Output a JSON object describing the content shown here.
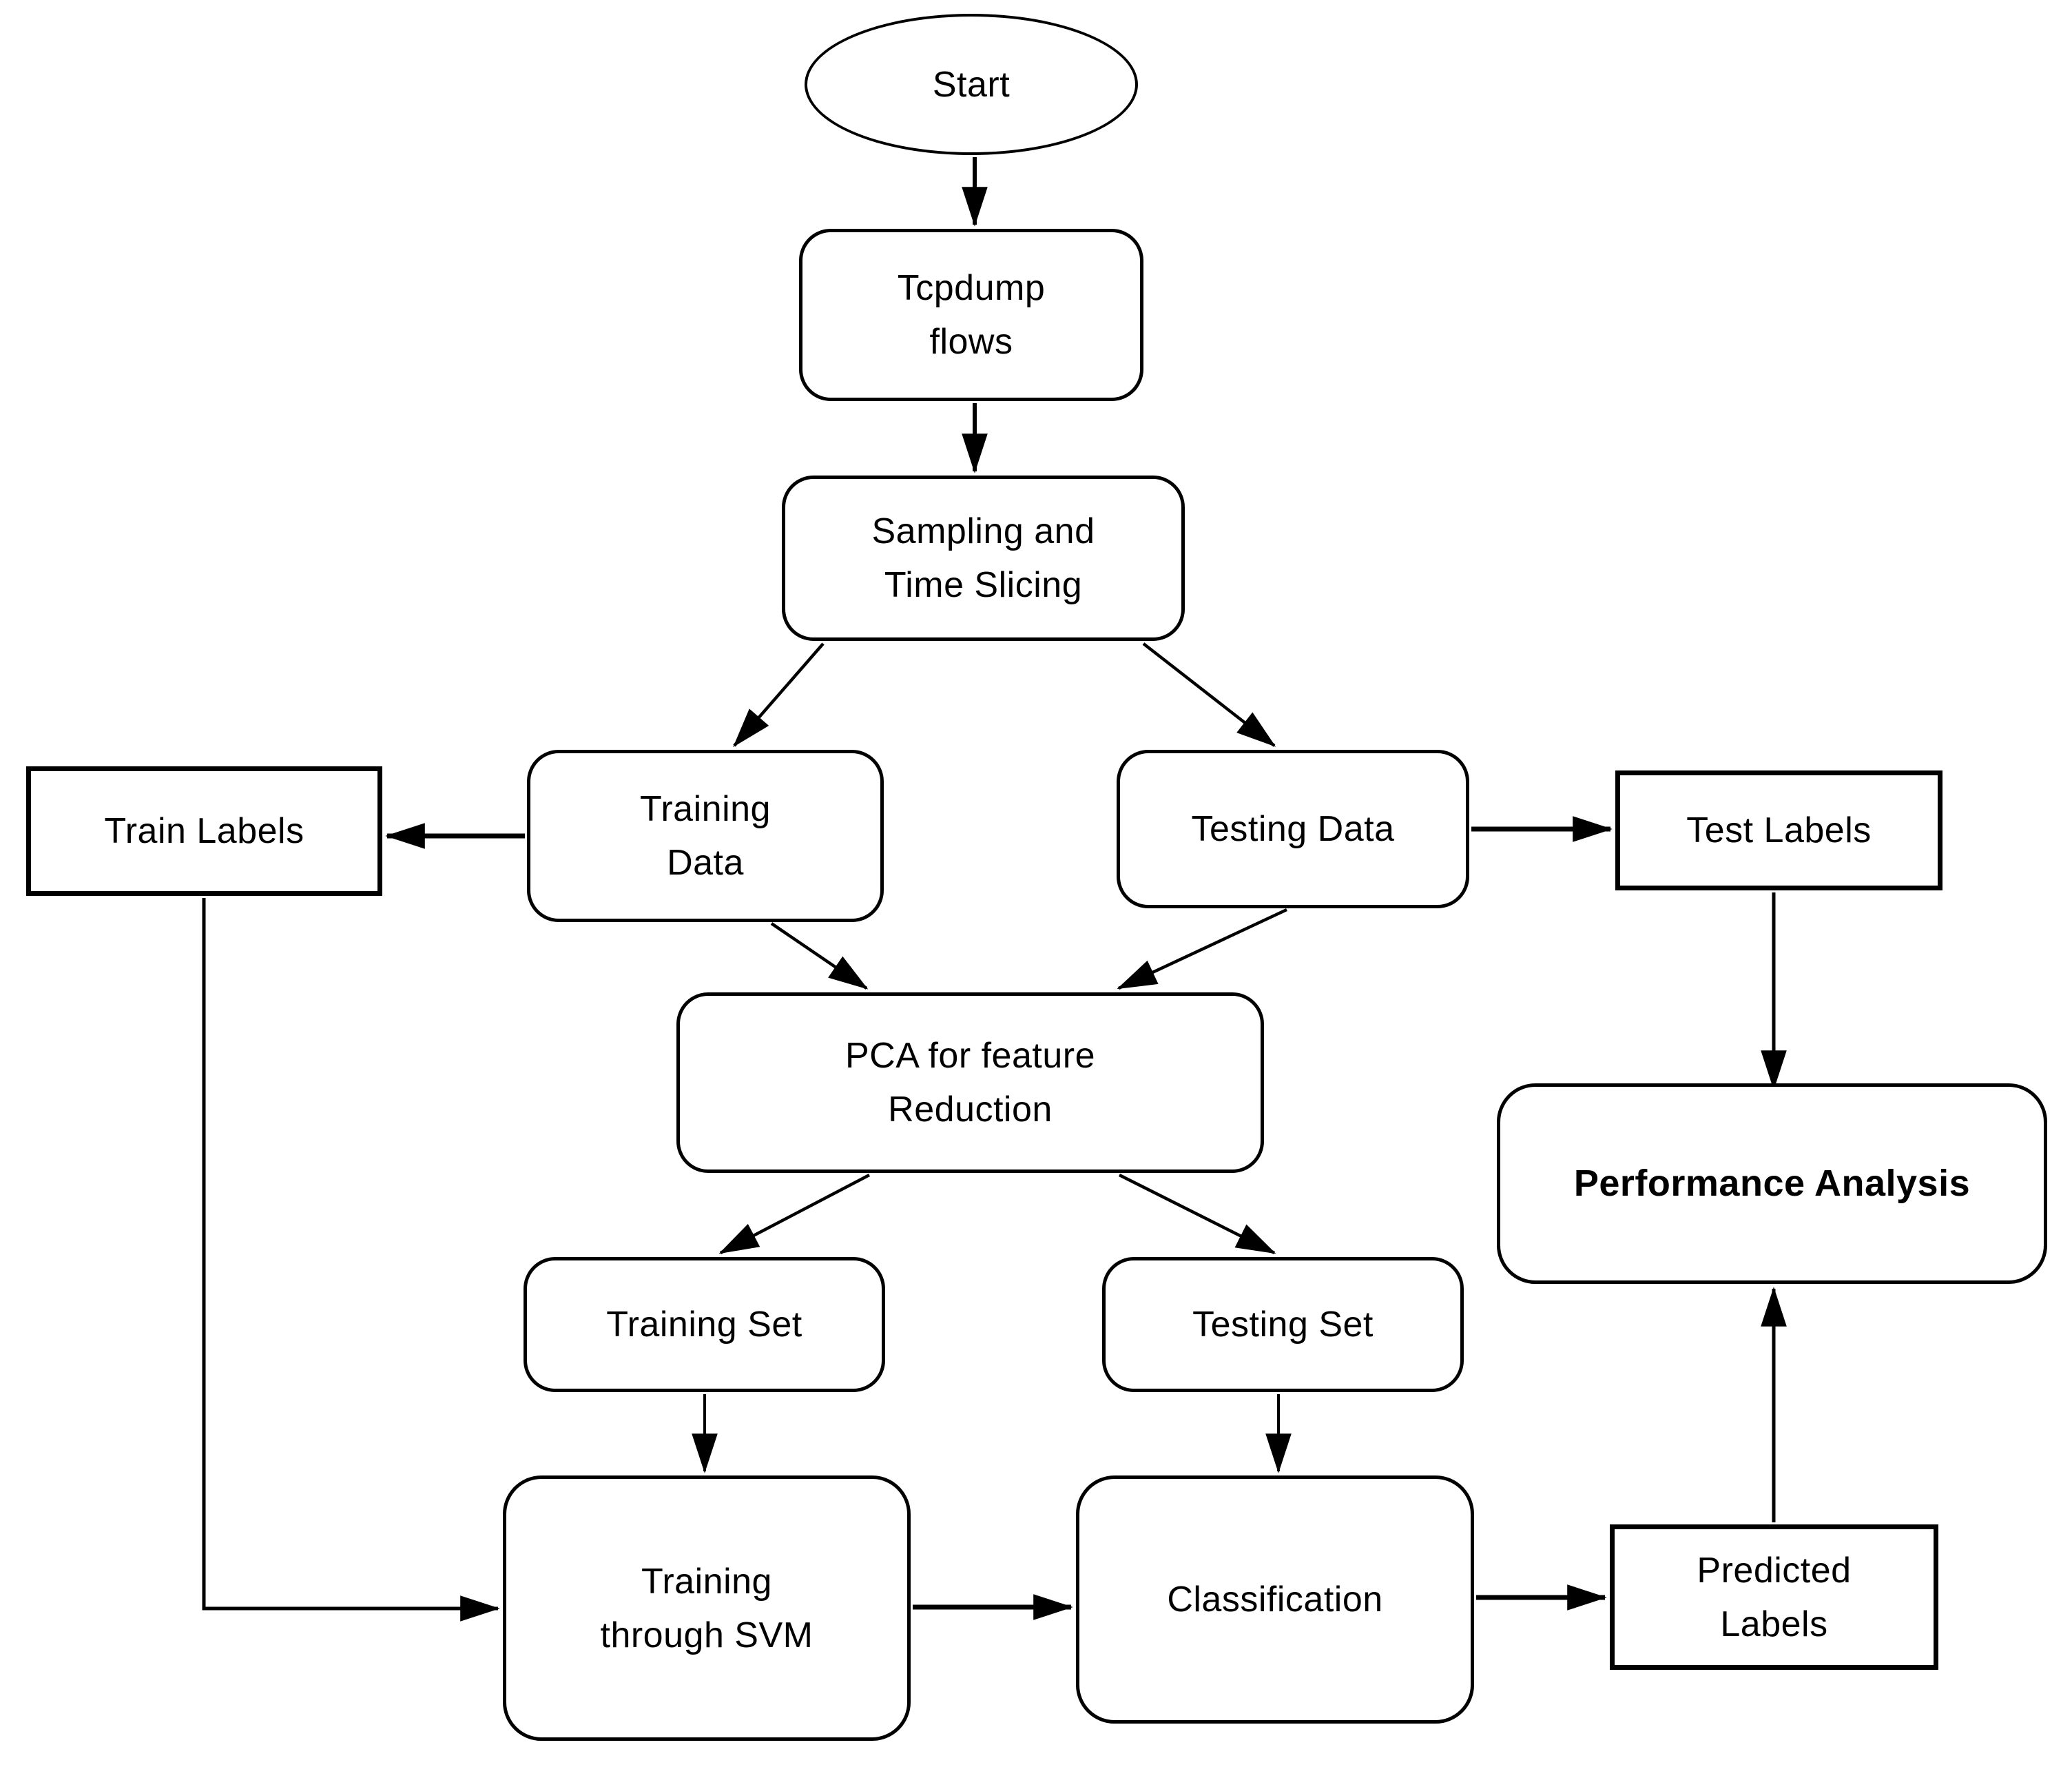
{
  "diagram": {
    "type": "flowchart",
    "colors": {
      "stroke": "#000000",
      "background": "#ffffff",
      "text": "#000000"
    },
    "nodes": {
      "start": {
        "label": "Start",
        "shape": "ellipse"
      },
      "tcpdump": {
        "label": "Tcpdump\nflows",
        "shape": "rounded-rect"
      },
      "sampling": {
        "label": "Sampling and\nTime Slicing",
        "shape": "rounded-rect"
      },
      "training_data": {
        "label": "Training\nData",
        "shape": "rounded-rect"
      },
      "testing_data": {
        "label": "Testing Data",
        "shape": "rounded-rect"
      },
      "train_labels": {
        "label": "Train Labels",
        "shape": "rect"
      },
      "test_labels": {
        "label": "Test Labels",
        "shape": "rect"
      },
      "pca": {
        "label": "PCA for feature\nReduction",
        "shape": "rounded-rect"
      },
      "training_set": {
        "label": "Training Set",
        "shape": "rounded-rect"
      },
      "testing_set": {
        "label": "Testing Set",
        "shape": "rounded-rect"
      },
      "training_svm": {
        "label": "Training\nthrough SVM",
        "shape": "rounded-rect"
      },
      "classification": {
        "label": "Classification",
        "shape": "rounded-rect"
      },
      "predicted_labels": {
        "label": "Predicted\nLabels",
        "shape": "rect"
      },
      "performance": {
        "label": "Performance Analysis",
        "shape": "rounded-rect",
        "emphasis": "bold"
      }
    },
    "edges": [
      {
        "from": "start",
        "to": "tcpdump"
      },
      {
        "from": "tcpdump",
        "to": "sampling"
      },
      {
        "from": "sampling",
        "to": "training_data"
      },
      {
        "from": "sampling",
        "to": "testing_data"
      },
      {
        "from": "training_data",
        "to": "train_labels"
      },
      {
        "from": "testing_data",
        "to": "test_labels"
      },
      {
        "from": "training_data",
        "to": "pca"
      },
      {
        "from": "testing_data",
        "to": "pca"
      },
      {
        "from": "pca",
        "to": "training_set"
      },
      {
        "from": "pca",
        "to": "testing_set"
      },
      {
        "from": "training_set",
        "to": "training_svm"
      },
      {
        "from": "testing_set",
        "to": "classification"
      },
      {
        "from": "training_svm",
        "to": "classification"
      },
      {
        "from": "classification",
        "to": "predicted_labels"
      },
      {
        "from": "predicted_labels",
        "to": "performance"
      },
      {
        "from": "test_labels",
        "to": "performance"
      },
      {
        "from": "train_labels",
        "to": "training_svm"
      }
    ]
  }
}
